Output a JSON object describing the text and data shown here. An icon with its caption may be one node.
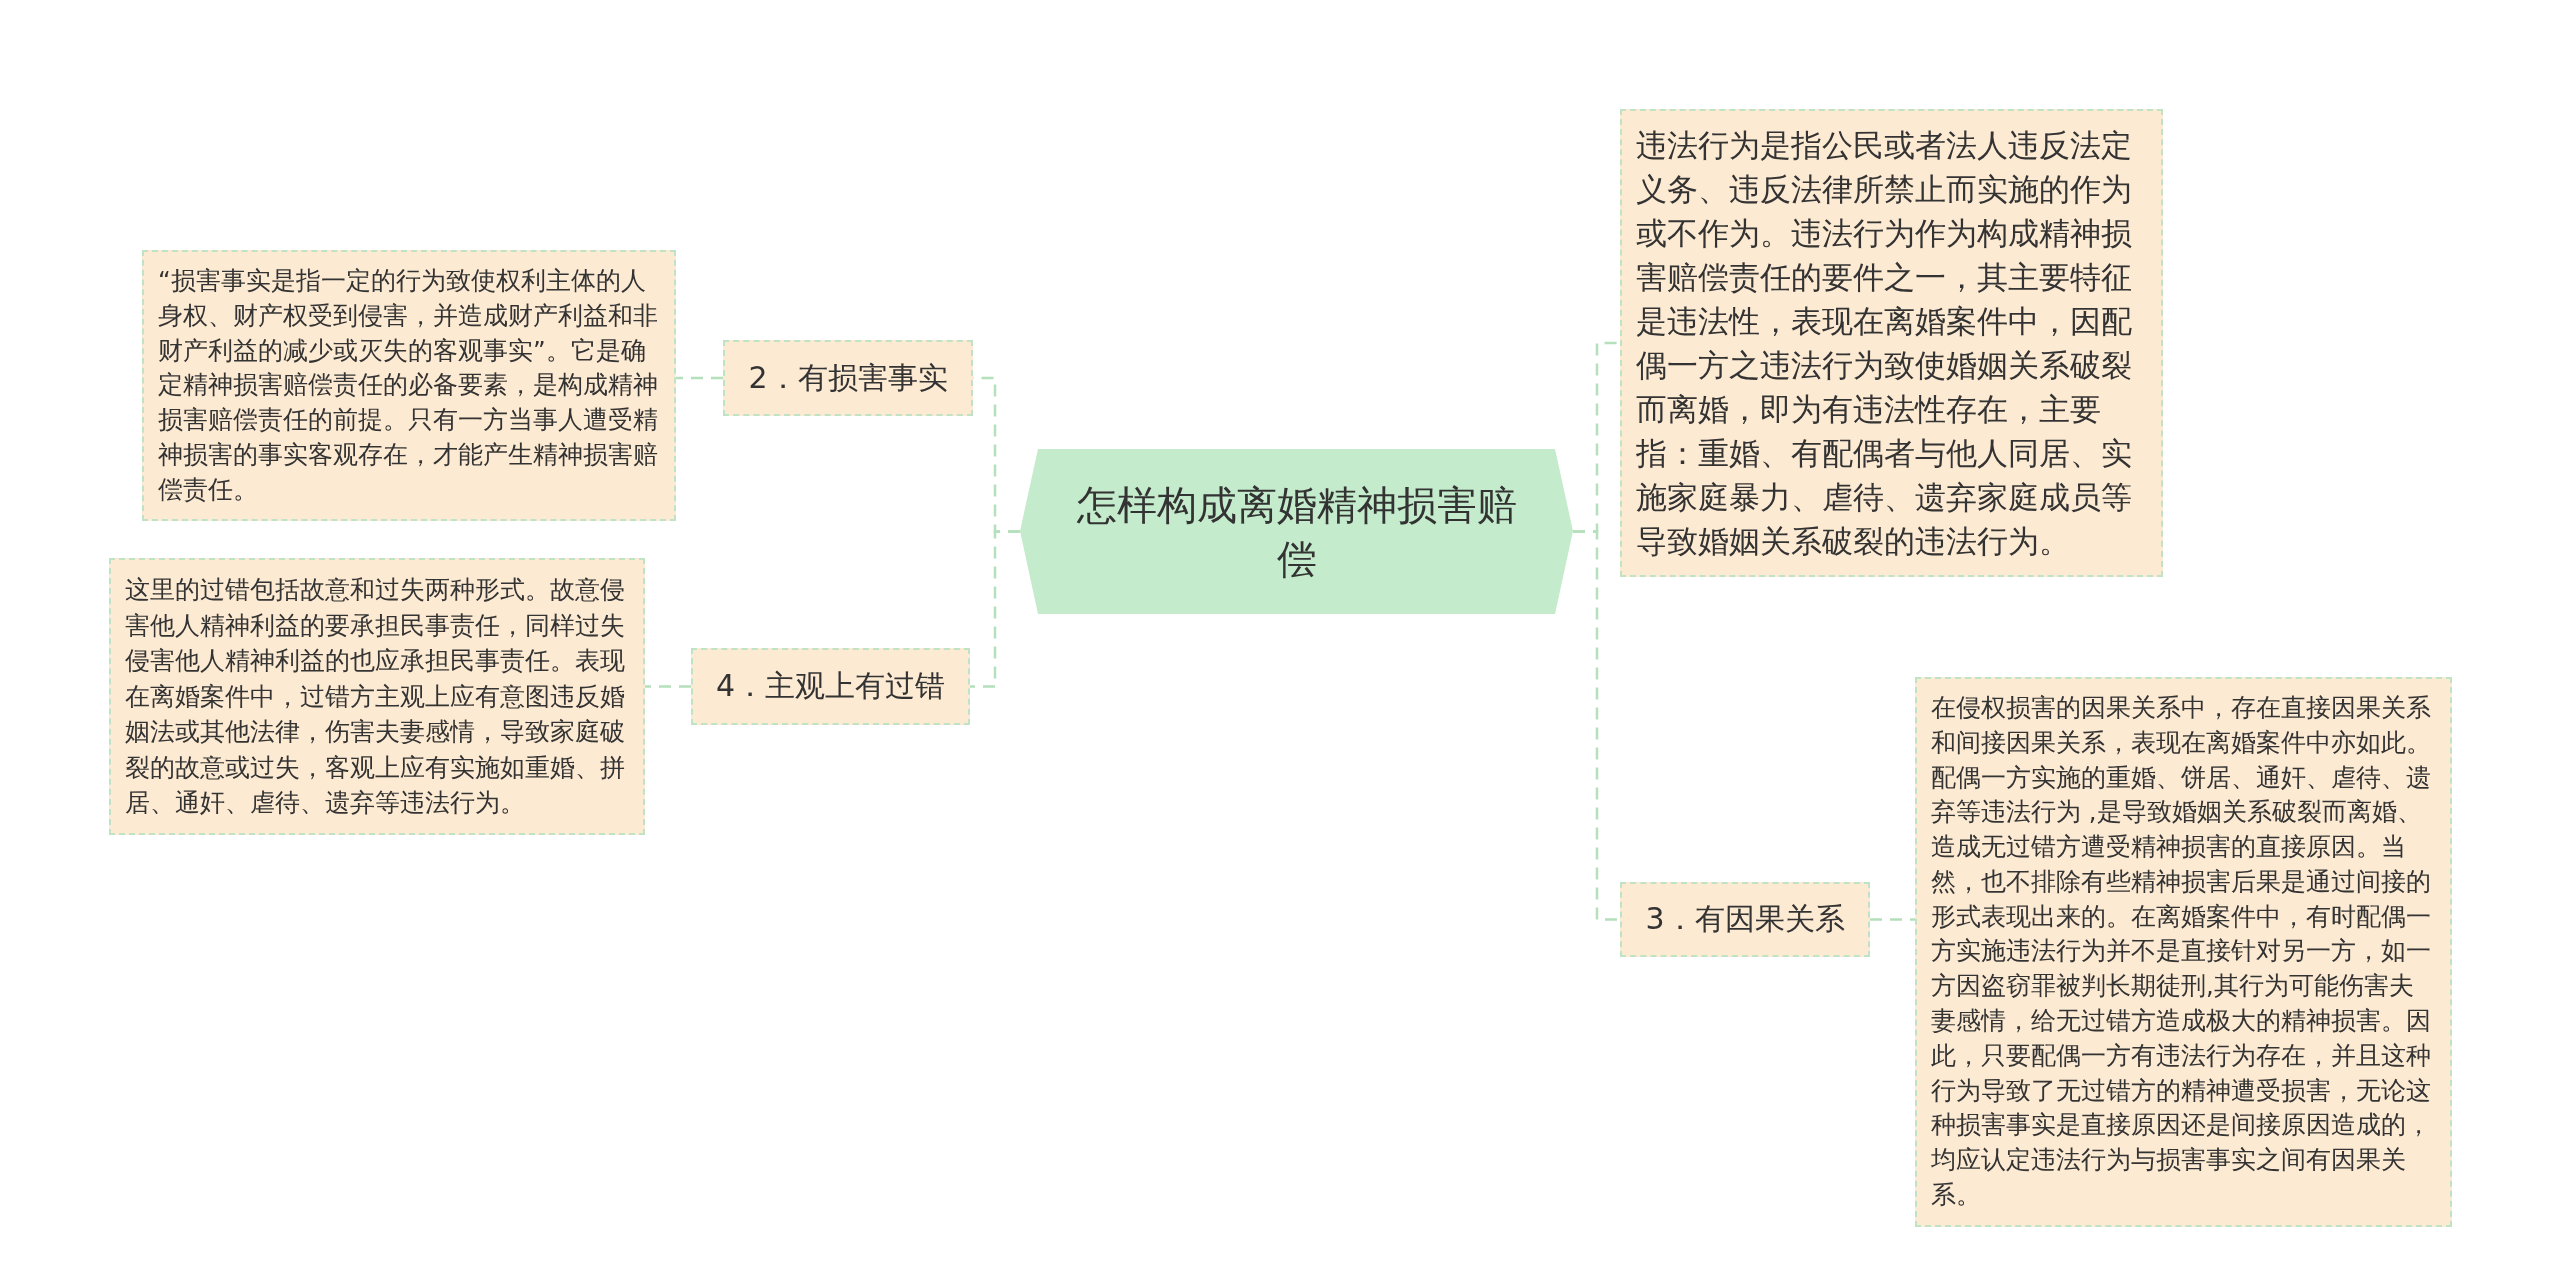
{
  "diagram": {
    "nodes": [
      {
        "text": [
          "怎样构成离婚精神损害赔偿"
        ]
      },
      {
        "text": [
          "2．有损害事实"
        ]
      },
      {
        "text": [
          "“损害事实是指一定的行为致使权利主体的人身权、财产权受到侵害，并造成财产利益和非财产利益的减少或灭失的客观事实”。它是确定精神损害赔偿责任的必备要素，是构成精神损害赔偿责任的前提。只有一方当事人遭受精神损害的事实客观存在，才能产生精神损害赔偿责任。"
        ]
      },
      {
        "text": [
          "4．主观上有过错"
        ]
      },
      {
        "text": [
          "这里的过错包括故意和过失两种形式。故意侵害他人精神利益的要承担民事责任，同样过失侵害他人精神利益的也应承担民事责任。表现在离婚案件中，过错方主观上应有意图违反婚姻法或其他法律，伤害夫妻感情，导致家庭破裂的故意或过失，客观上应有实施如重婚、拼居、通奸、虐待、遗弃等违法行为。"
        ]
      },
      {
        "text": [
          "违法行为是指公民或者法人违反法定义务、违反法律所禁止而实施的作为或不作为。违法行为作为构成精神损害赔偿责任的要件之一，其主要特征是违法性，表现在离婚案件中，因配偶一方之违法行为致使婚姻关系破裂而离婚，即为有违法性存在，主要指：重婚、有配偶者与他人同居、实施家庭暴力、虐待、遗弃家庭成员等导致婚姻关系破裂的违法行为。"
        ]
      },
      {
        "text": [
          "3．有因果关系"
        ]
      },
      {
        "text": [
          "在侵权损害的因果关系中，存在直接因果关系和间接因果关系，表现在离婚案件中亦如此。配偶一方实施的重婚、饼居、通奸、虐待、遗弃等违法行为 ,是导致婚姻关系破裂而离婚、造成无过错方遭受精神损害的直接原因。当然，也不排除有些精神损害后果是通过间接的形式表现出来的。在离婚案件中，有时配偶一方实施违法行为并不是直接针对另一方，如一方因盗窃罪被判长期徒刑,其行为可能伤害夫妻感情，给无过错方造成极大的精神损害。因此，只要配偶一方有违法行为存在，并且这种行为导致了无过错方的精神遭受损害，无论这种损害事实是直接原因还是间接原因造成的，均应认定违法行为与损害事实之间有因果关系。"
        ]
      }
    ],
    "edges": [
      {
        "from": 0,
        "to": 1,
        "arrow": "none",
        "style": "dashed"
      },
      {
        "from": 1,
        "to": 2,
        "arrow": "none",
        "style": "dashed"
      },
      {
        "from": 0,
        "to": 3,
        "arrow": "none",
        "style": "dashed"
      },
      {
        "from": 3,
        "to": 4,
        "arrow": "none",
        "style": "dashed"
      },
      {
        "from": 0,
        "to": 5,
        "arrow": "none",
        "style": "dashed"
      },
      {
        "from": 0,
        "to": 6,
        "arrow": "none",
        "style": "dashed"
      },
      {
        "from": 6,
        "to": 7,
        "arrow": "none",
        "style": "dashed"
      }
    ]
  }
}
